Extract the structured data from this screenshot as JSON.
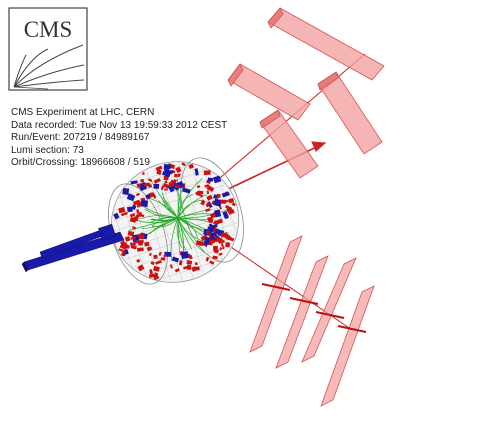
{
  "logo": {
    "text": "CMS",
    "color": "#333333"
  },
  "event_info": {
    "experiment": "CMS Experiment at LHC, CERN",
    "recorded": "Data recorded: Tue Nov 13 19:59:33 2012 CEST",
    "run_event": "Run/Event: 207219 / 84989167",
    "lumi": "Lumi section: 73",
    "orbit": "Orbit/Crossing: 18966608 / 519"
  },
  "colors": {
    "muon_chamber_fill": "#f2a0a0",
    "muon_chamber_edge": "#d85050",
    "ecal_deposit": "#cc1111",
    "hcal_deposit": "#1a1aaa",
    "track": "#22aa22",
    "muon_track": "#cc2222",
    "detector_mesh": "#b8b8b8"
  }
}
